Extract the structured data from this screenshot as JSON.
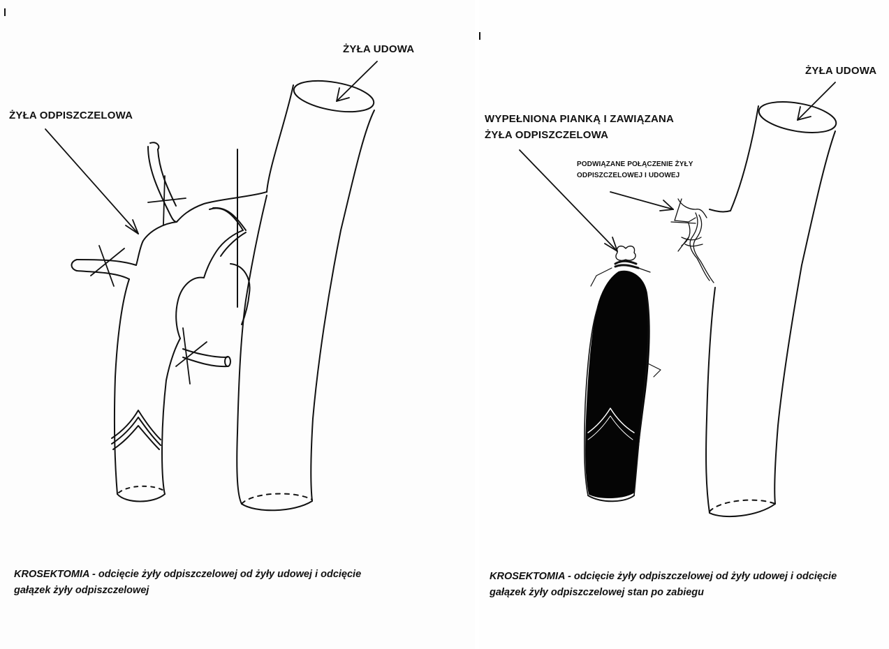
{
  "left_panel": {
    "label_femoral": "ŻYŁA UDOWA",
    "label_saphenous": "ŻYŁA ODPISZCZELOWA",
    "caption_line1": "KROSEKTOMIA - odcięcie żyły odpiszczelowej od żyły udowej i odcięcie",
    "caption_line2": "gałązek żyły odpiszczelowej"
  },
  "right_panel": {
    "label_femoral": "ŻYŁA UDOWA",
    "label_foam_line1": "WYPEŁNIONA PIANKĄ I ZAWIĄZANA",
    "label_foam_line2": "ŻYŁA ODPISZCZELOWA",
    "label_ligated_line1": "PODWIĄZANE POŁĄCZENIE ŻYŁY",
    "label_ligated_line2": "ODPISZCZELOWEJ I UDOWEJ",
    "caption_line1": "KROSEKTOMIA - odcięcie żyły odpiszczelowej od żyły udowej i odcięcie",
    "caption_line2": "gałązek żyły odpiszczelowej  stan po zabiegu"
  },
  "colors": {
    "ink": "#111111",
    "paper": "#ffffff",
    "foam": "#050505"
  }
}
